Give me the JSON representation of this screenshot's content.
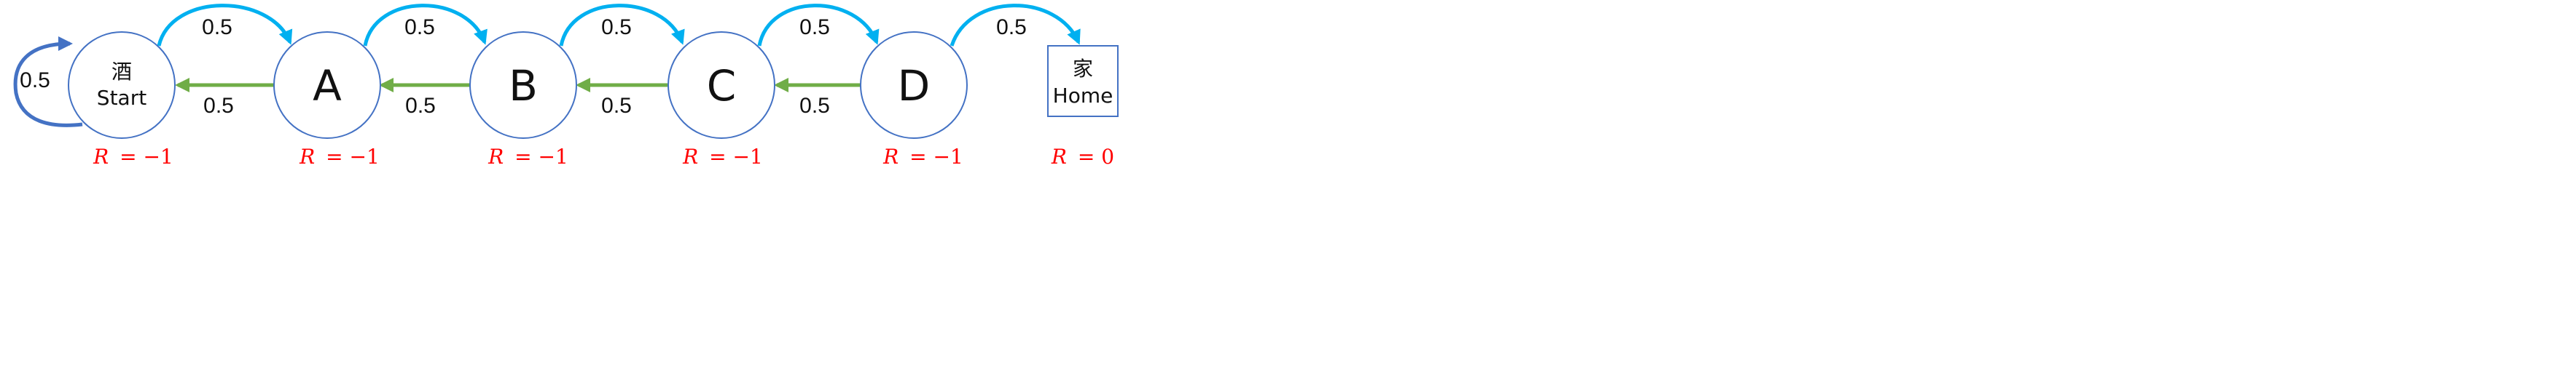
{
  "colors": {
    "node_stroke": "#4472c4",
    "forward_arrow": "#00b0f0",
    "backward_arrow": "#70ad47",
    "self_loop": "#4472c4",
    "reward_text": "#ff0000"
  },
  "states": [
    {
      "id": "start",
      "label_cn": "酒",
      "label": "Start",
      "reward_var": "R",
      "reward_value": "= −1"
    },
    {
      "id": "a",
      "label": "A",
      "reward_var": "R",
      "reward_value": "= −1"
    },
    {
      "id": "b",
      "label": "B",
      "reward_var": "R",
      "reward_value": "= −1"
    },
    {
      "id": "c",
      "label": "C",
      "reward_var": "R",
      "reward_value": "= −1"
    },
    {
      "id": "d",
      "label": "D",
      "reward_var": "R",
      "reward_value": "= −1"
    },
    {
      "id": "home",
      "label_cn": "家",
      "label": "Home",
      "reward_var": "R",
      "reward_value": "= 0"
    }
  ],
  "transitions": {
    "self_loop": {
      "from": "start",
      "to": "start",
      "prob": "0.5"
    },
    "forward": [
      {
        "from": "start",
        "to": "a",
        "prob": "0.5"
      },
      {
        "from": "a",
        "to": "b",
        "prob": "0.5"
      },
      {
        "from": "b",
        "to": "c",
        "prob": "0.5"
      },
      {
        "from": "c",
        "to": "d",
        "prob": "0.5"
      },
      {
        "from": "d",
        "to": "home",
        "prob": "0.5"
      }
    ],
    "backward": [
      {
        "from": "a",
        "to": "start",
        "prob": "0.5"
      },
      {
        "from": "b",
        "to": "a",
        "prob": "0.5"
      },
      {
        "from": "c",
        "to": "b",
        "prob": "0.5"
      },
      {
        "from": "d",
        "to": "c",
        "prob": "0.5"
      }
    ]
  }
}
